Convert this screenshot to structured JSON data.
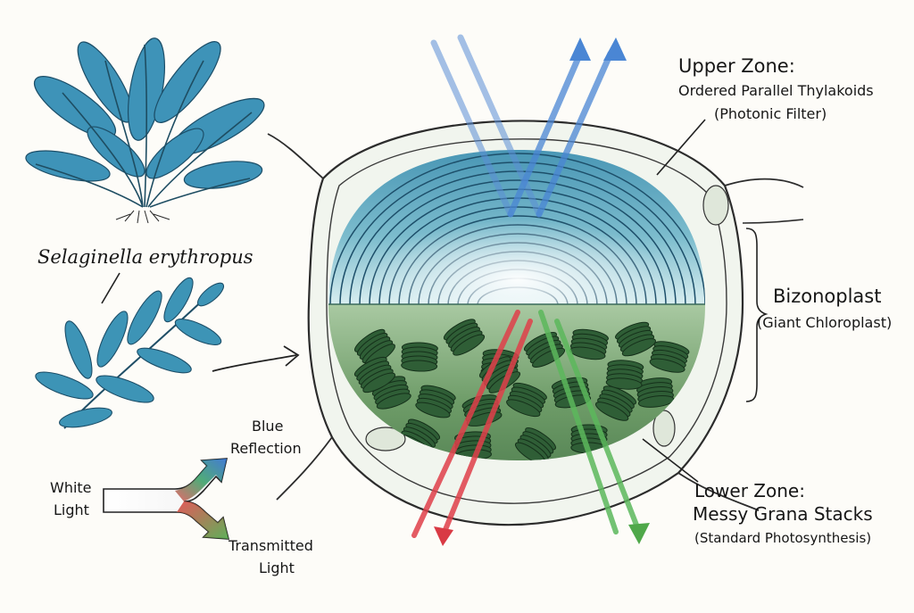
{
  "species": {
    "name": "Selaginella erythropus"
  },
  "labels": {
    "upper_zone": {
      "title": "Upper Zone:",
      "line1": "Ordered Parallel Thylakoids",
      "line2": "(Photonic Filter)"
    },
    "bizonoplast": {
      "title": "Bizonoplast",
      "subtitle": "(Giant Chloroplast)"
    },
    "lower_zone": {
      "title": "Lower Zone:",
      "line1": "Messy Grana Stacks",
      "line2": "(Standard Photosynthesis)"
    }
  },
  "legend": {
    "input": {
      "line1": "White",
      "line2": "Light"
    },
    "reflected": {
      "line1": "Blue",
      "line2": "Reflection"
    },
    "transmitted": {
      "line1": "Transmitted",
      "line2": "Light"
    }
  },
  "colors": {
    "fern_blue": "#3d8fb3",
    "fern_dark": "#1f5a78",
    "upper_zone": "#5fa9c2",
    "lower_zone": "#5c8d5a",
    "grana": "#2f5e36",
    "blue_light": "#5b91d6",
    "green_light": "#5cb85c",
    "red_light": "#e0404a"
  },
  "icons": [
    "fern-plant-icon",
    "fern-frond-icon",
    "curved-arrow-icon",
    "light-split-arrow-icon"
  ]
}
